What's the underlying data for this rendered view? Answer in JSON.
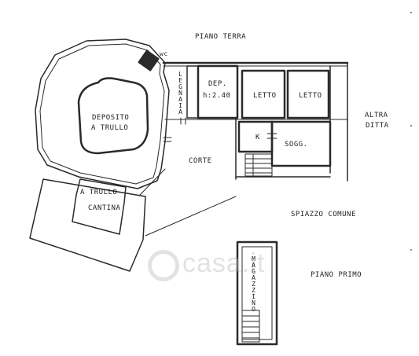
{
  "floor_labels": {
    "ground": "PIANO TERRA",
    "first": "PIANO PRIMO"
  },
  "rooms": {
    "wc": "wc",
    "legnaia": "LEGNAIA",
    "dep": "DEP.",
    "dep_height": "h:2.40",
    "letto1": "LETTO",
    "letto2": "LETTO",
    "altra_ditta_line1": "ALTRA",
    "altra_ditta_line2": "DITTA",
    "deposito_line1": "DEPOSITO",
    "deposito_line2": "A TRULLO",
    "k": "K",
    "sogg": "SOGG.",
    "corte": "CORTE",
    "a_trullo": "A TRULLO",
    "cantina": "CANTINA",
    "spiazzo": "SPIAZZO COMUNE",
    "magazzino": "MAGAZZINO"
  },
  "watermark": "casa.it",
  "colors": {
    "ink": "#2a2a2a",
    "paper": "#ffffff",
    "watermark": "#bebebe"
  }
}
